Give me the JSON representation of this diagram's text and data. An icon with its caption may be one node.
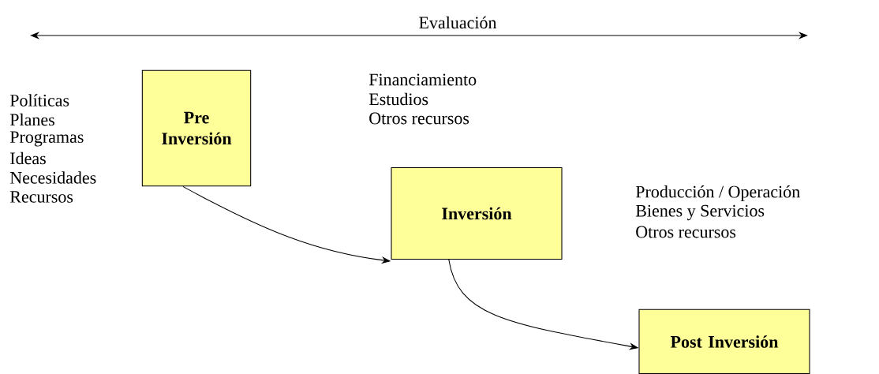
{
  "diagram": {
    "nodes": [
      {
        "text": [
          "Pre Inversión"
        ],
        "beside": [
          "Políticas",
          "Planes",
          "Programas",
          "Ideas",
          "Necesidades",
          "Recursos"
        ]
      },
      {
        "text": [
          "Inversión"
        ],
        "beside": [
          "Financiamiento",
          "Estudios",
          "Otros recursos"
        ]
      },
      {
        "text": [
          "Post Inversión"
        ],
        "beside": [
          "Producción / Operación",
          "Bienes y Servicios",
          "Otros recursos"
        ]
      }
    ],
    "edges": [
      {
        "from": 0,
        "to": 1,
        "arrow": "to"
      },
      {
        "from": 1,
        "to": 2,
        "arrow": "to"
      }
    ],
    "labels": [
      "Evaluación"
    ]
  }
}
